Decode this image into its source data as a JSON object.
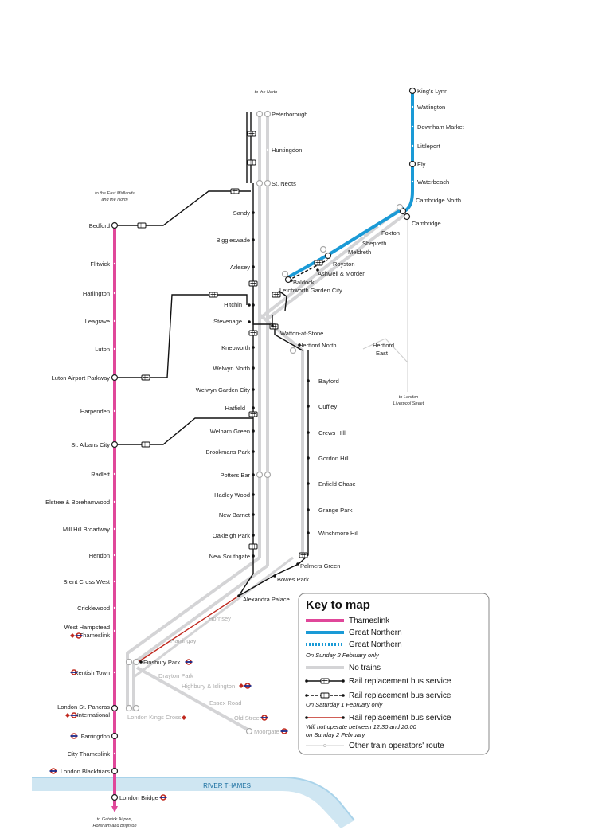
{
  "river": {
    "label": "RIVER THAMES"
  },
  "notes": {
    "to_north": "to the North",
    "to_east_midlands": [
      "to the East Midlands",
      "and the North"
    ],
    "to_liverpool_street": [
      "to London",
      "Liverpool Street"
    ],
    "to_gatwick": [
      "to Gatwick Airport,",
      "Horsham and Brighton"
    ]
  },
  "stations": {
    "kings_lynn": "King's Lynn",
    "watlington": "Watlington",
    "downham_market": "Downham Market",
    "littleport": "Littleport",
    "ely": "Ely",
    "waterbeach": "Waterbeach",
    "cambridge_north": "Cambridge North",
    "cambridge": "Cambridge",
    "foxton": "Foxton",
    "shepreth": "Shepreth",
    "meldreth": "Meldreth",
    "royston": "Royston",
    "ashwell_morden": "Ashwell & Morden",
    "baldock": "Baldock",
    "letchworth": "Letchworth Garden City",
    "hertford_east": [
      "Hertford",
      "East"
    ],
    "peterborough": "Peterborough",
    "huntingdon": "Huntingdon",
    "st_neots": "St. Neots",
    "sandy": "Sandy",
    "biggleswade": "Biggleswade",
    "arlesey": "Arlesey",
    "hitchin": "Hitchin",
    "stevenage": "Stevenage",
    "knebworth": "Knebworth",
    "welwyn_north": "Welwyn North",
    "welwyn_gc": "Welwyn Garden City",
    "hatfield": "Hatfield",
    "welham_green": "Welham Green",
    "brookmans_park": "Brookmans Park",
    "potters_bar": "Potters Bar",
    "hadley_wood": "Hadley Wood",
    "new_barnet": "New Barnet",
    "oakleigh_park": "Oakleigh Park",
    "new_southgate": "New Southgate",
    "watton_at_stone": "Watton-at-Stone",
    "hertford_north": "Hertford North",
    "bayford": "Bayford",
    "cuffley": "Cuffley",
    "crews_hill": "Crews Hill",
    "gordon_hill": "Gordon Hill",
    "enfield_chase": "Enfield Chase",
    "grange_park": "Grange Park",
    "winchmore_hill": "Winchmore Hill",
    "palmers_green": "Palmers Green",
    "bowes_park": "Bowes Park",
    "alexandra_palace": "Alexandra Palace",
    "hornsey": "Hornsey",
    "harringay": "Harringay",
    "finsbury_park": "Finsbury Park",
    "drayton_park": "Drayton Park",
    "highbury": "Highbury & Islington",
    "essex_road": "Essex Road",
    "old_street": "Old Street",
    "moorgate": "Moorgate",
    "kings_cross": "London Kings Cross",
    "bedford": "Bedford",
    "flitwick": "Flitwick",
    "harlington": "Harlington",
    "leagrave": "Leagrave",
    "luton": "Luton",
    "luton_airport": "Luton Airport Parkway",
    "harpenden": "Harpenden",
    "st_albans": "St. Albans City",
    "radlett": "Radlett",
    "elstree": "Elstree & Borehamwood",
    "mill_hill": "Mill Hill Broadway",
    "hendon": "Hendon",
    "brent_cross": "Brent Cross West",
    "cricklewood": "Cricklewood",
    "west_hampstead": [
      "West Hampstead",
      "Thameslink"
    ],
    "kentish_town": "Kentish Town",
    "st_pancras": [
      "London St. Pancras",
      "International"
    ],
    "farringdon": "Farringdon",
    "city_thameslink": "City Thameslink",
    "blackfriars": "London Blackfriars",
    "london_bridge": "London Bridge"
  },
  "key": {
    "title": "Key to map",
    "items": [
      {
        "label": "Thameslink",
        "note": ""
      },
      {
        "label": "Great Northern",
        "note": ""
      },
      {
        "label": "Great Northern",
        "note": "On Sunday 2 February  only"
      },
      {
        "label": "No trains",
        "note": ""
      },
      {
        "label": "Rail replacement bus service",
        "note": ""
      },
      {
        "label": "Rail replacement bus service",
        "note": "On Saturday 1 February only"
      },
      {
        "label": "Rail replacement bus service",
        "note": "Will not operate between 12:30 and 20:00\non Sunday 2 February"
      },
      {
        "label": "Other train operators' route",
        "note": ""
      }
    ]
  },
  "colors": {
    "thameslink": "#e0479a",
    "great_northern": "#1a9ad6",
    "no_trains": "#d4d4d6",
    "bus": "#111111",
    "red_bus": "#c0281e",
    "other": "#c8c8c8",
    "river": "#cfe6f2",
    "river_edge": "#a9d3ea",
    "river_text": "#1a6fa0"
  },
  "icons": {
    "bus": "bus-icon",
    "underground": "underground-roundel-icon",
    "interchange": "interchange-circle-icon"
  }
}
